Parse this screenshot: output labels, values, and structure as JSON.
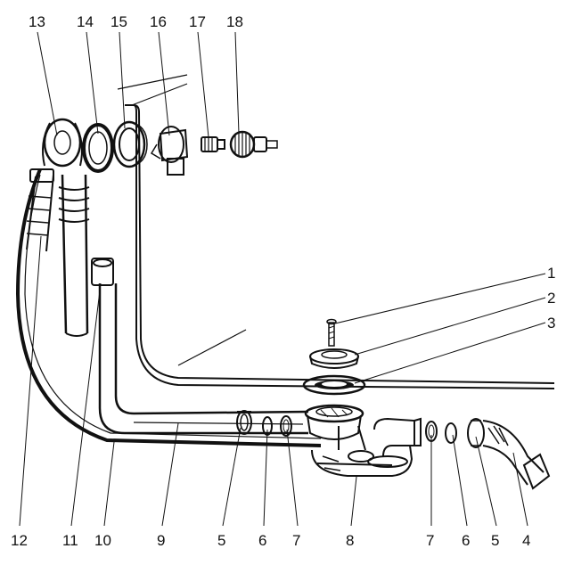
{
  "diagram": {
    "ink_color": "#111111",
    "background_color": "#ffffff",
    "callouts": [
      {
        "id": "c1",
        "label": "1"
      },
      {
        "id": "c2",
        "label": "2"
      },
      {
        "id": "c3",
        "label": "3"
      },
      {
        "id": "c4",
        "label": "4"
      },
      {
        "id": "c5a",
        "label": "5"
      },
      {
        "id": "c6a",
        "label": "6"
      },
      {
        "id": "c7a",
        "label": "7"
      },
      {
        "id": "c8",
        "label": "8"
      },
      {
        "id": "c7b",
        "label": "7"
      },
      {
        "id": "c6b",
        "label": "6"
      },
      {
        "id": "c5b",
        "label": "5"
      },
      {
        "id": "c9",
        "label": "9"
      },
      {
        "id": "c10",
        "label": "10"
      },
      {
        "id": "c11",
        "label": "11"
      },
      {
        "id": "c12",
        "label": "12"
      },
      {
        "id": "c13",
        "label": "13"
      },
      {
        "id": "c14",
        "label": "14"
      },
      {
        "id": "c15",
        "label": "15"
      },
      {
        "id": "c16",
        "label": "16"
      },
      {
        "id": "c17",
        "label": "17"
      },
      {
        "id": "c18",
        "label": "18"
      }
    ]
  }
}
